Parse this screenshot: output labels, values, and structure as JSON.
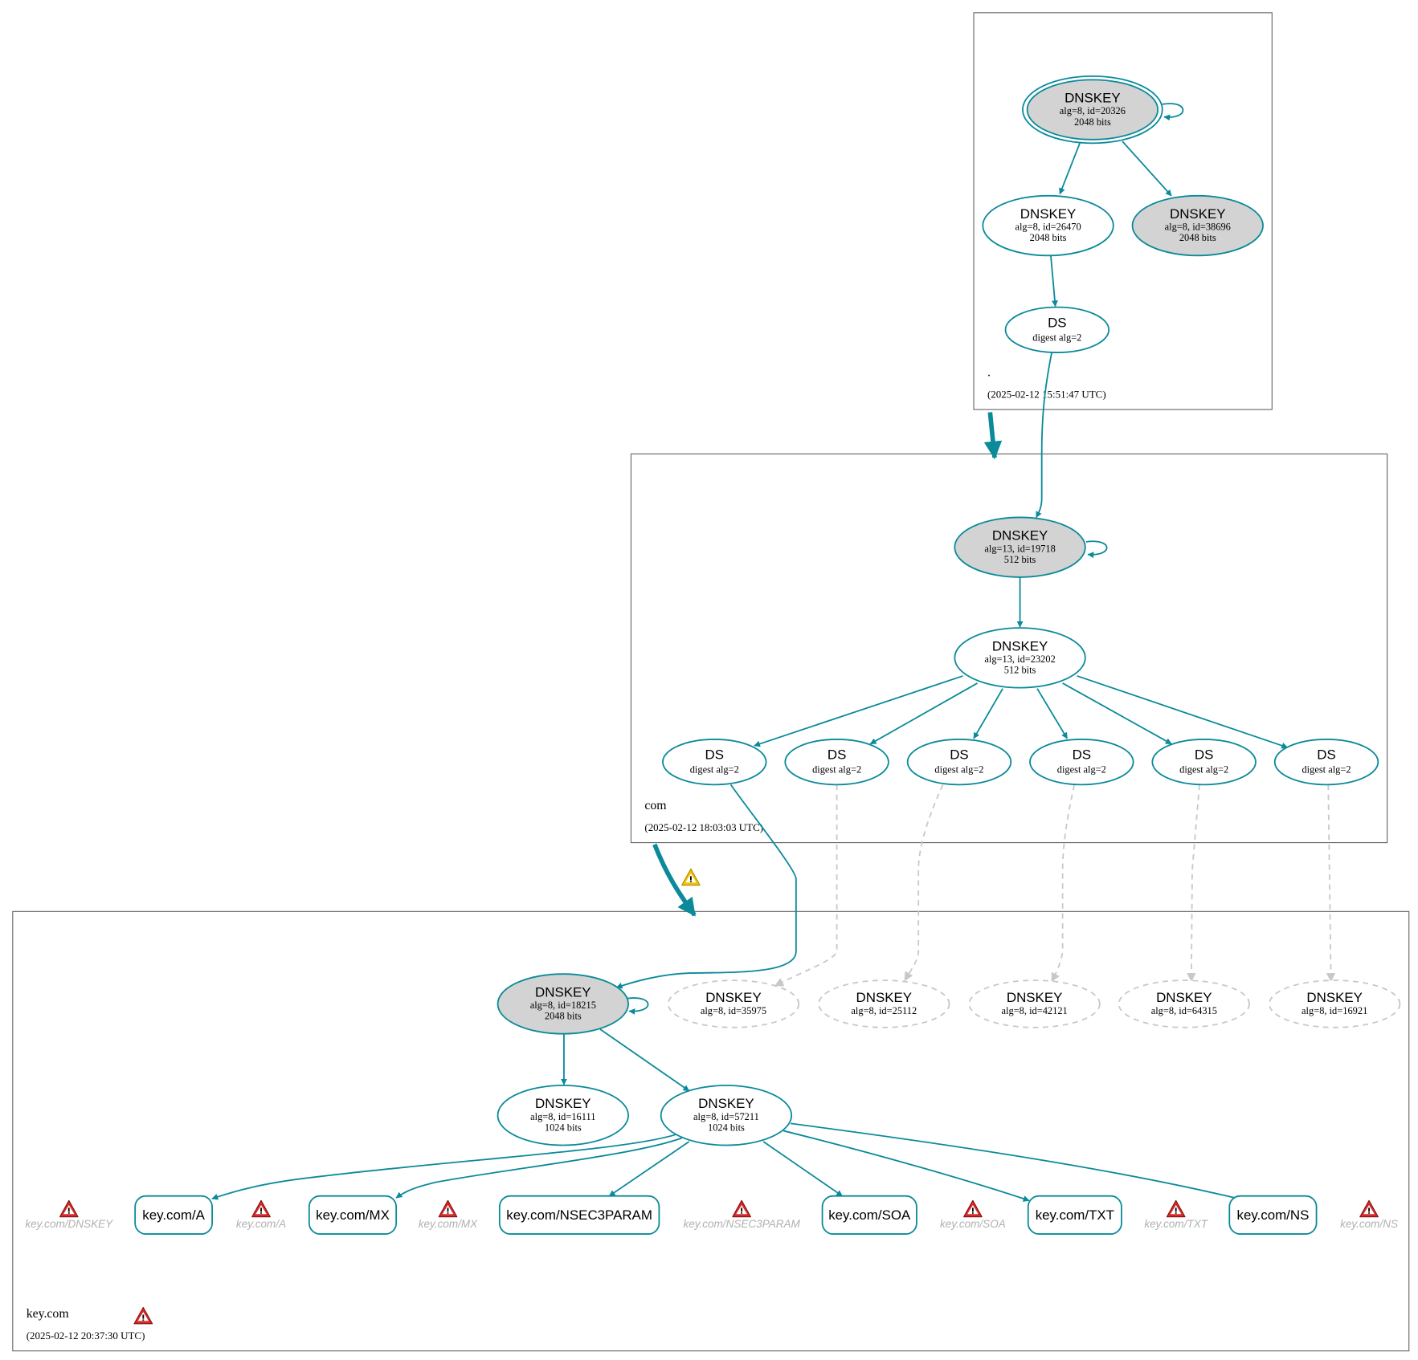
{
  "colors": {
    "edge": "#0a8a9a",
    "key_fill_sep": "#d3d3d3",
    "dashed": "#c8c8c8",
    "error": "#cc2222",
    "warning": "#f2c200"
  },
  "zones": [
    {
      "id": "root",
      "name": ".",
      "timestamp": "(2025-02-12 15:51:47 UTC)"
    },
    {
      "id": "com",
      "name": "com",
      "timestamp": "(2025-02-12 18:03:03 UTC)"
    },
    {
      "id": "keycom",
      "name": "key.com",
      "timestamp": "(2025-02-12 20:37:30 UTC)",
      "status": "error"
    }
  ],
  "nodes": [
    {
      "id": "k20326",
      "title": "DNSKEY",
      "detail": "alg=8, id=20326",
      "size": "2048 bits",
      "style": "trust-anchor-sep"
    },
    {
      "id": "k26470",
      "title": "DNSKEY",
      "detail": "alg=8, id=26470",
      "size": "2048 bits",
      "style": "normal"
    },
    {
      "id": "k38696",
      "title": "DNSKEY",
      "detail": "alg=8, id=38696",
      "size": "2048 bits",
      "style": "sep"
    },
    {
      "id": "dsroot",
      "title": "DS",
      "detail": "digest alg=2",
      "style": "normal"
    },
    {
      "id": "k19718",
      "title": "DNSKEY",
      "detail": "alg=13, id=19718",
      "size": "512 bits",
      "style": "sep"
    },
    {
      "id": "k23202",
      "title": "DNSKEY",
      "detail": "alg=13, id=23202",
      "size": "512 bits",
      "style": "normal"
    },
    {
      "id": "ds1",
      "title": "DS",
      "detail": "digest alg=2",
      "style": "normal"
    },
    {
      "id": "ds2",
      "title": "DS",
      "detail": "digest alg=2",
      "style": "normal"
    },
    {
      "id": "ds3",
      "title": "DS",
      "detail": "digest alg=2",
      "style": "normal"
    },
    {
      "id": "ds4",
      "title": "DS",
      "detail": "digest alg=2",
      "style": "normal"
    },
    {
      "id": "ds5",
      "title": "DS",
      "detail": "digest alg=2",
      "style": "normal"
    },
    {
      "id": "ds6",
      "title": "DS",
      "detail": "digest alg=2",
      "style": "normal"
    },
    {
      "id": "k18215",
      "title": "DNSKEY",
      "detail": "alg=8, id=18215",
      "size": "2048 bits",
      "style": "sep"
    },
    {
      "id": "k35975",
      "title": "DNSKEY",
      "detail": "alg=8, id=35975",
      "style": "missing"
    },
    {
      "id": "k25112",
      "title": "DNSKEY",
      "detail": "alg=8, id=25112",
      "style": "missing"
    },
    {
      "id": "k42121",
      "title": "DNSKEY",
      "detail": "alg=8, id=42121",
      "style": "missing"
    },
    {
      "id": "k64315",
      "title": "DNSKEY",
      "detail": "alg=8, id=64315",
      "style": "missing"
    },
    {
      "id": "k16921",
      "title": "DNSKEY",
      "detail": "alg=8, id=16921",
      "style": "missing"
    },
    {
      "id": "k16111",
      "title": "DNSKEY",
      "detail": "alg=8, id=16111",
      "size": "1024 bits",
      "style": "normal"
    },
    {
      "id": "k57211",
      "title": "DNSKEY",
      "detail": "alg=8, id=57211",
      "size": "1024 bits",
      "style": "normal"
    }
  ],
  "rrsets": [
    {
      "id": "a",
      "label": "key.com/A"
    },
    {
      "id": "mx",
      "label": "key.com/MX"
    },
    {
      "id": "nsec3param",
      "label": "key.com/NSEC3PARAM"
    },
    {
      "id": "soa",
      "label": "key.com/SOA"
    },
    {
      "id": "txt",
      "label": "key.com/TXT"
    },
    {
      "id": "ns",
      "label": "key.com/NS"
    }
  ],
  "errors": [
    {
      "id": "dnskey",
      "label": "key.com/DNSKEY"
    },
    {
      "id": "a",
      "label": "key.com/A"
    },
    {
      "id": "mx",
      "label": "key.com/MX"
    },
    {
      "id": "nsec3param",
      "label": "key.com/NSEC3PARAM"
    },
    {
      "id": "soa",
      "label": "key.com/SOA"
    },
    {
      "id": "txt",
      "label": "key.com/TXT"
    },
    {
      "id": "ns",
      "label": "key.com/NS"
    }
  ],
  "delegations": [
    {
      "from": "root",
      "to": "com",
      "status": "secure"
    },
    {
      "from": "com",
      "to": "keycom",
      "status": "warning"
    }
  ]
}
